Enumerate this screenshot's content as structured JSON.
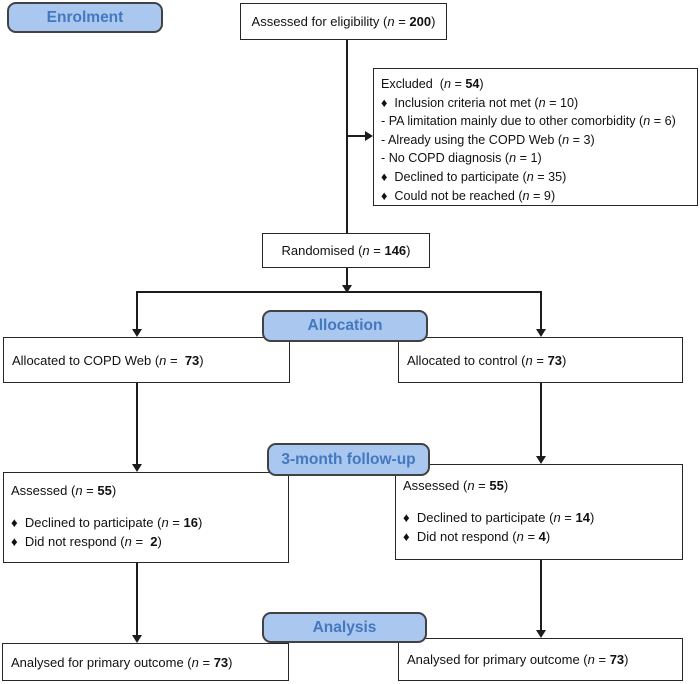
{
  "n_var": "n",
  "eq": " = ",
  "colors": {
    "badge_fill": "#aac7f0",
    "badge_border": "#424242",
    "badge_text": "#4478be",
    "box_border": "#262626",
    "line_color": "#1c1c1c"
  },
  "stages": {
    "enrolment": "Enrolment",
    "allocation": "Allocation",
    "followup": "3-month follow-up",
    "analysis": "Analysis"
  },
  "boxes": {
    "eligibility": {
      "lines": [
        {
          "pre": "Assessed for eligibility (",
          "value": "200",
          "bold": true,
          "post": ")"
        }
      ]
    },
    "excluded": {
      "lines": [
        {
          "pre": "Excluded  (",
          "value": "54",
          "bold": true,
          "post": ")"
        },
        {
          "pre": "♦  Inclusion criteria not met (",
          "value": "10",
          "bold": false,
          "post": ")"
        },
        {
          "pre": "- PA limitation mainly due to other comorbidity (",
          "value": "6",
          "bold": false,
          "post": ")"
        },
        {
          "pre": "- Already using the COPD Web (",
          "value": "3",
          "bold": false,
          "post": ")"
        },
        {
          "pre": "- No COPD diagnosis (",
          "value": "1",
          "bold": false,
          "post": ")"
        },
        {
          "pre": "♦  Declined to participate (",
          "value": "35",
          "bold": false,
          "post": ")"
        },
        {
          "pre": "♦  Could not be reached (",
          "value": "9",
          "bold": false,
          "post": ")"
        }
      ]
    },
    "randomised": {
      "lines": [
        {
          "pre": "Randomised (",
          "value": "146",
          "bold": true,
          "post": ")"
        }
      ]
    },
    "allocated_web": {
      "lines": [
        {
          "pre": "Allocated to COPD Web (",
          "value": " 73",
          "bold": true,
          "post": ")"
        }
      ]
    },
    "allocated_control": {
      "lines": [
        {
          "pre": "Allocated to control (",
          "value": "73",
          "bold": true,
          "post": ")"
        }
      ]
    },
    "followup_web": {
      "lines": [
        {
          "pre": "Assessed (",
          "value": "55",
          "bold": true,
          "post": ")"
        },
        {
          "pre": "♦  Declined to participate (",
          "value": "16",
          "bold": true,
          "post": ")",
          "gap": true
        },
        {
          "pre": "♦  Did not respond (",
          "value": " 2",
          "bold": true,
          "post": ")"
        }
      ]
    },
    "followup_control": {
      "lines": [
        {
          "pre": "Assessed (",
          "value": "55",
          "bold": true,
          "post": ")"
        },
        {
          "pre": "♦  Declined to participate (",
          "value": "14",
          "bold": true,
          "post": ")",
          "gap": true
        },
        {
          "pre": "♦  Did not respond (",
          "value": "4",
          "bold": true,
          "post": ")"
        }
      ]
    },
    "analysis_web": {
      "lines": [
        {
          "pre": "Analysed for primary outcome (",
          "value": "73",
          "bold": true,
          "post": ")"
        }
      ]
    },
    "analysis_control": {
      "lines": [
        {
          "pre": "Analysed for primary outcome (",
          "value": "73",
          "bold": true,
          "post": ")"
        }
      ]
    }
  }
}
